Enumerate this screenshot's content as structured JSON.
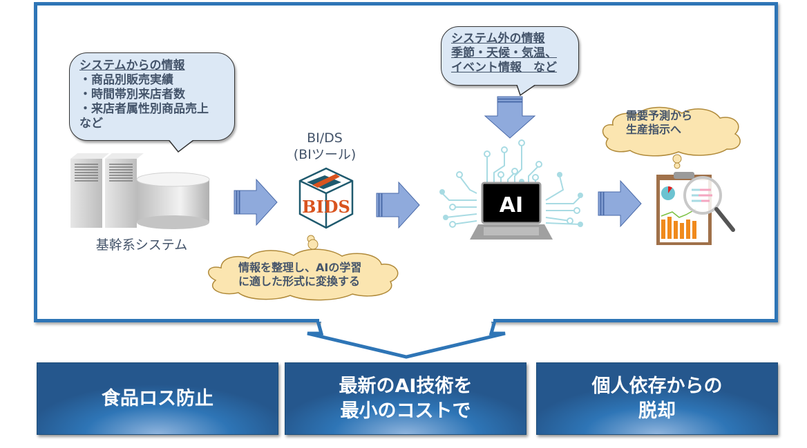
{
  "diagram": {
    "sources": {
      "system_bubble": {
        "heading": "システムからの情報",
        "items": [
          "・商品別販売実績",
          "・時間帯別来店者数",
          "・来店者属性別商品売上"
        ],
        "footer": "など"
      },
      "core_system": {
        "label": "基幹系システム",
        "icon": "server-and-database-icon"
      }
    },
    "bi_tool": {
      "label_line1": "BI/DS",
      "label_line2": "(BIツール)",
      "logo_text": "BIDS",
      "icon": "bids-cube-logo",
      "cloud_note": {
        "line1": "情報を整理し、AIの学習",
        "line2": "に適した形式に変換する"
      }
    },
    "ai": {
      "screen_text": "AI",
      "icon": "ai-laptop-circuit-icon",
      "external_bubble": {
        "line1": "システム外の情報",
        "line2": "季節・天候・気温、",
        "line3": "イベント情報　など"
      }
    },
    "output": {
      "icon": "clipboard-report-magnifier-icon",
      "cloud_note": {
        "line1": "需要予測から",
        "line2": "生産指示へ"
      }
    },
    "flow_arrows": [
      "right-arrow",
      "right-arrow",
      "right-arrow",
      "down-arrow"
    ],
    "colors": {
      "frame_border": "#2e75b6",
      "bubble_fill": "#dce8f5",
      "cloud_fill": "#fbe5b0",
      "arrow_fill": "#8faadc",
      "text": "#44546a",
      "result_box": "#2e75b6"
    }
  },
  "results": [
    {
      "line1": "食品ロス防止",
      "line2": ""
    },
    {
      "line1": "最新のAI技術を",
      "line2": "最小のコストで"
    },
    {
      "line1": "個人依存からの",
      "line2": "脱却"
    }
  ]
}
